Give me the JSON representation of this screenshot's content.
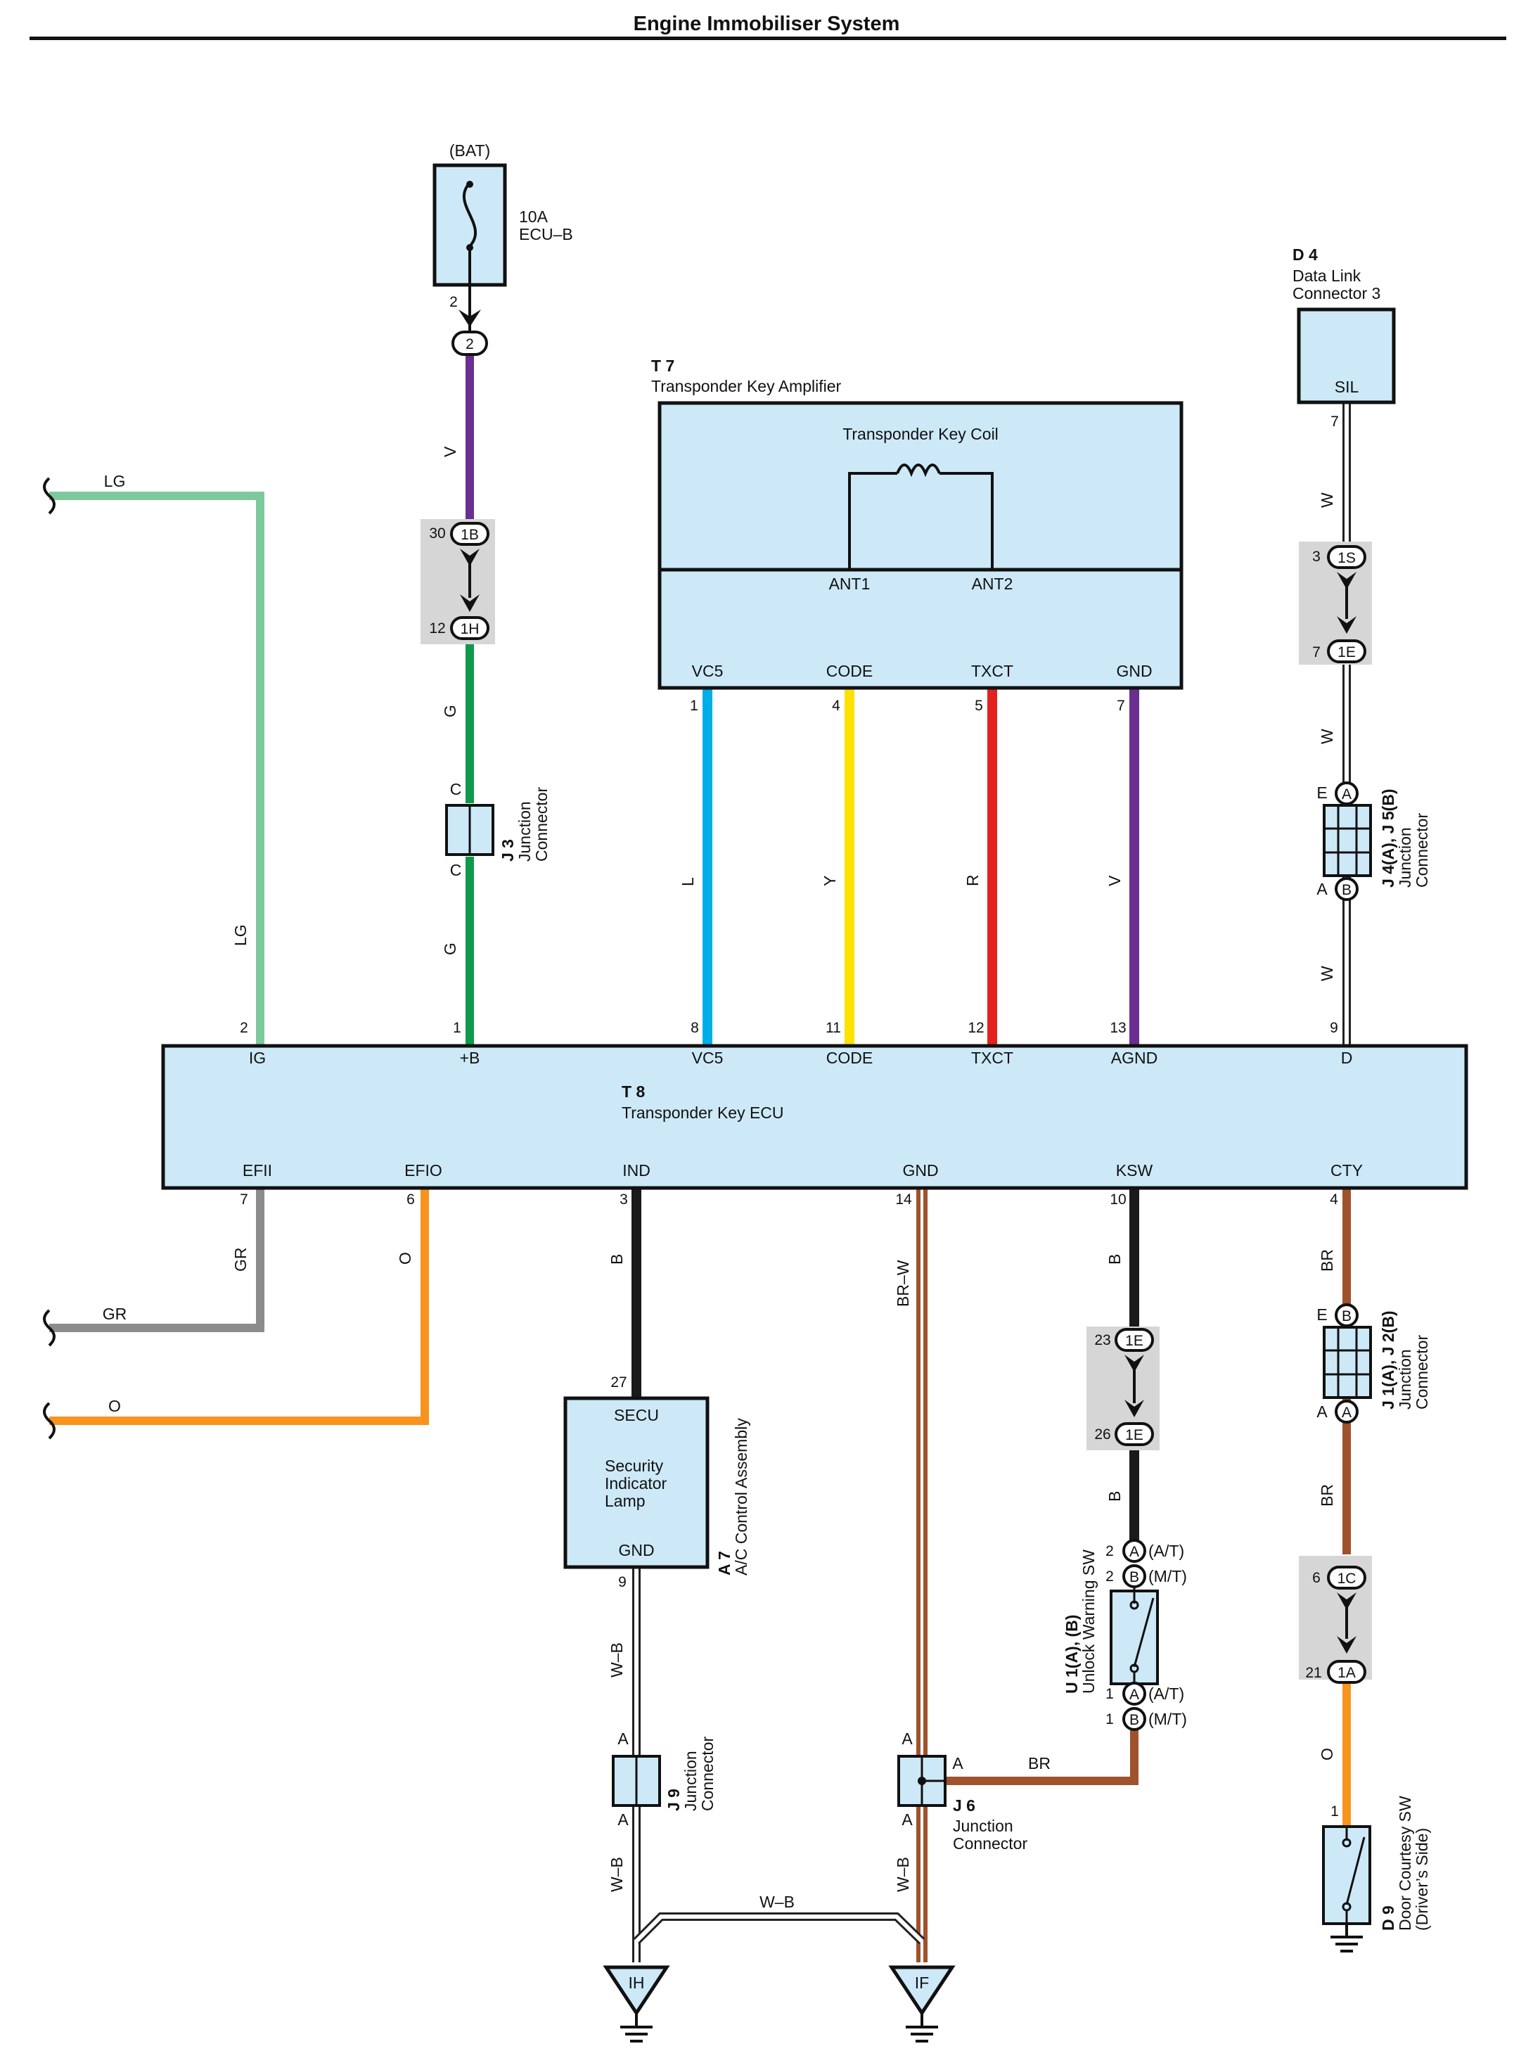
{
  "title": "Engine Immobiliser System",
  "colors": {
    "LG": "#7ec99b",
    "V": "#6b2e91",
    "G": "#0e9a4a",
    "L": "#00aee8",
    "Y": "#ffe100",
    "R": "#e3221f",
    "GR": "#8c8c8c",
    "O": "#f7941d",
    "B": "#1a1a1a",
    "BR": "#a0522d",
    "component_fill": "#cde9f7",
    "connector_bg": "#d6d6d6"
  },
  "components": {
    "fuse": {
      "source": "(BAT)",
      "rating": "10A",
      "name": "ECU–B",
      "pin": "2",
      "connector": "2"
    },
    "amplifier": {
      "code": "T 7",
      "name": "Transponder Key Amplifier",
      "coil": "Transponder Key Coil",
      "ant1": "ANT1",
      "ant2": "ANT2",
      "terminals": [
        {
          "name": "VC5",
          "pin": "1"
        },
        {
          "name": "CODE",
          "pin": "4"
        },
        {
          "name": "TXCT",
          "pin": "5"
        },
        {
          "name": "GND",
          "pin": "7"
        }
      ]
    },
    "dlc": {
      "code": "D 4",
      "name_line1": "Data Link",
      "name_line2": "Connector 3",
      "terminal": "SIL",
      "pin": "7"
    },
    "ecu": {
      "code": "T 8",
      "name": "Transponder Key ECU",
      "top_terminals": [
        {
          "name": "IG",
          "pin": "2"
        },
        {
          "name": "+B",
          "pin": "1"
        },
        {
          "name": "VC5",
          "pin": "8"
        },
        {
          "name": "CODE",
          "pin": "11"
        },
        {
          "name": "TXCT",
          "pin": "12"
        },
        {
          "name": "AGND",
          "pin": "13"
        },
        {
          "name": "D",
          "pin": "9"
        }
      ],
      "bottom_terminals": [
        {
          "name": "EFII",
          "pin": "7"
        },
        {
          "name": "EFIO",
          "pin": "6"
        },
        {
          "name": "IND",
          "pin": "3"
        },
        {
          "name": "GND",
          "pin": "14"
        },
        {
          "name": "KSW",
          "pin": "10"
        },
        {
          "name": "CTY",
          "pin": "4"
        }
      ]
    },
    "ac_assembly": {
      "code": "A 7",
      "name": "A/C Control Assembly",
      "top": "SECU",
      "top_pin": "27",
      "lamp_line1": "Security",
      "lamp_line2": "Indicator",
      "lamp_line3": "Lamp",
      "bottom": "GND",
      "bottom_pin": "9"
    },
    "unlock_sw": {
      "code": "U 1(A), (B)",
      "name": "Unlock Warning SW",
      "top_a_pin": "2",
      "top_a": "A",
      "top_a_note": "(A/T)",
      "top_b_pin": "2",
      "top_b": "B",
      "top_b_note": "(M/T)",
      "bot_a_pin": "1",
      "bot_a": "A",
      "bot_a_note": "(A/T)",
      "bot_b_pin": "1",
      "bot_b": "B",
      "bot_b_note": "(M/T)"
    },
    "door_sw": {
      "code": "D 9",
      "name_line1": "Door Courtesy SW",
      "name_line2": "(Driver’s Side)",
      "pin": "1"
    }
  },
  "junctions": {
    "j3": {
      "code": "J 3",
      "name_line1": "Junction",
      "name_line2": "Connector",
      "top": "C",
      "bottom": "C"
    },
    "j4j5": {
      "code": "J 4(A), J 5(B)",
      "name_line1": "Junction",
      "name_line2": "Connector",
      "top_pin": "E",
      "top": "A",
      "bottom_pin": "A",
      "bottom": "B"
    },
    "j1j2": {
      "code": "J 1(A), J 2(B)",
      "name_line1": "Junction",
      "name_line2": "Connector",
      "top_pin": "E",
      "top": "B",
      "bottom_pin": "A",
      "bottom": "A"
    },
    "j9": {
      "code": "J 9",
      "name_line1": "Junction",
      "name_line2": "Connector",
      "top": "A",
      "bottom": "A"
    },
    "j6": {
      "code": "J 6",
      "name_line1": "Junction",
      "name_line2": "Connector",
      "top": "A",
      "bottom": "A",
      "side": "A"
    }
  },
  "connectors": {
    "c1b": {
      "pin": "30",
      "id": "1B"
    },
    "c1h": {
      "pin": "12",
      "id": "1H"
    },
    "c1s": {
      "pin": "3",
      "id": "1S"
    },
    "c1e_top": {
      "pin": "7",
      "id": "1E"
    },
    "c1e_a": {
      "pin": "23",
      "id": "1E"
    },
    "c1e_b": {
      "pin": "26",
      "id": "1E"
    },
    "c1c": {
      "pin": "6",
      "id": "1C"
    },
    "c1a": {
      "pin": "21",
      "id": "1A"
    }
  },
  "wire_labels": {
    "lg_top": "LG",
    "lg_vert": "LG",
    "v_fuse": "V",
    "g_top": "G",
    "g_bot": "G",
    "l": "L",
    "y": "Y",
    "r": "R",
    "v_gnd": "V",
    "w1": "W",
    "w2": "W",
    "w3": "W",
    "gr_vert": "GR",
    "gr_horiz": "GR",
    "o_vert": "O",
    "o_horiz": "O",
    "b_ind": "B",
    "br_w": "BR–W",
    "b_ksw1": "B",
    "b_ksw2": "B",
    "br_cty1": "BR",
    "br_cty2": "BR",
    "o_door": "O",
    "wb1": "W–B",
    "wb2": "W–B",
    "wb_horiz": "W–B",
    "wb3": "W–B",
    "br_horiz": "BR"
  },
  "grounds": {
    "ih": "IH",
    "if": "IF"
  }
}
